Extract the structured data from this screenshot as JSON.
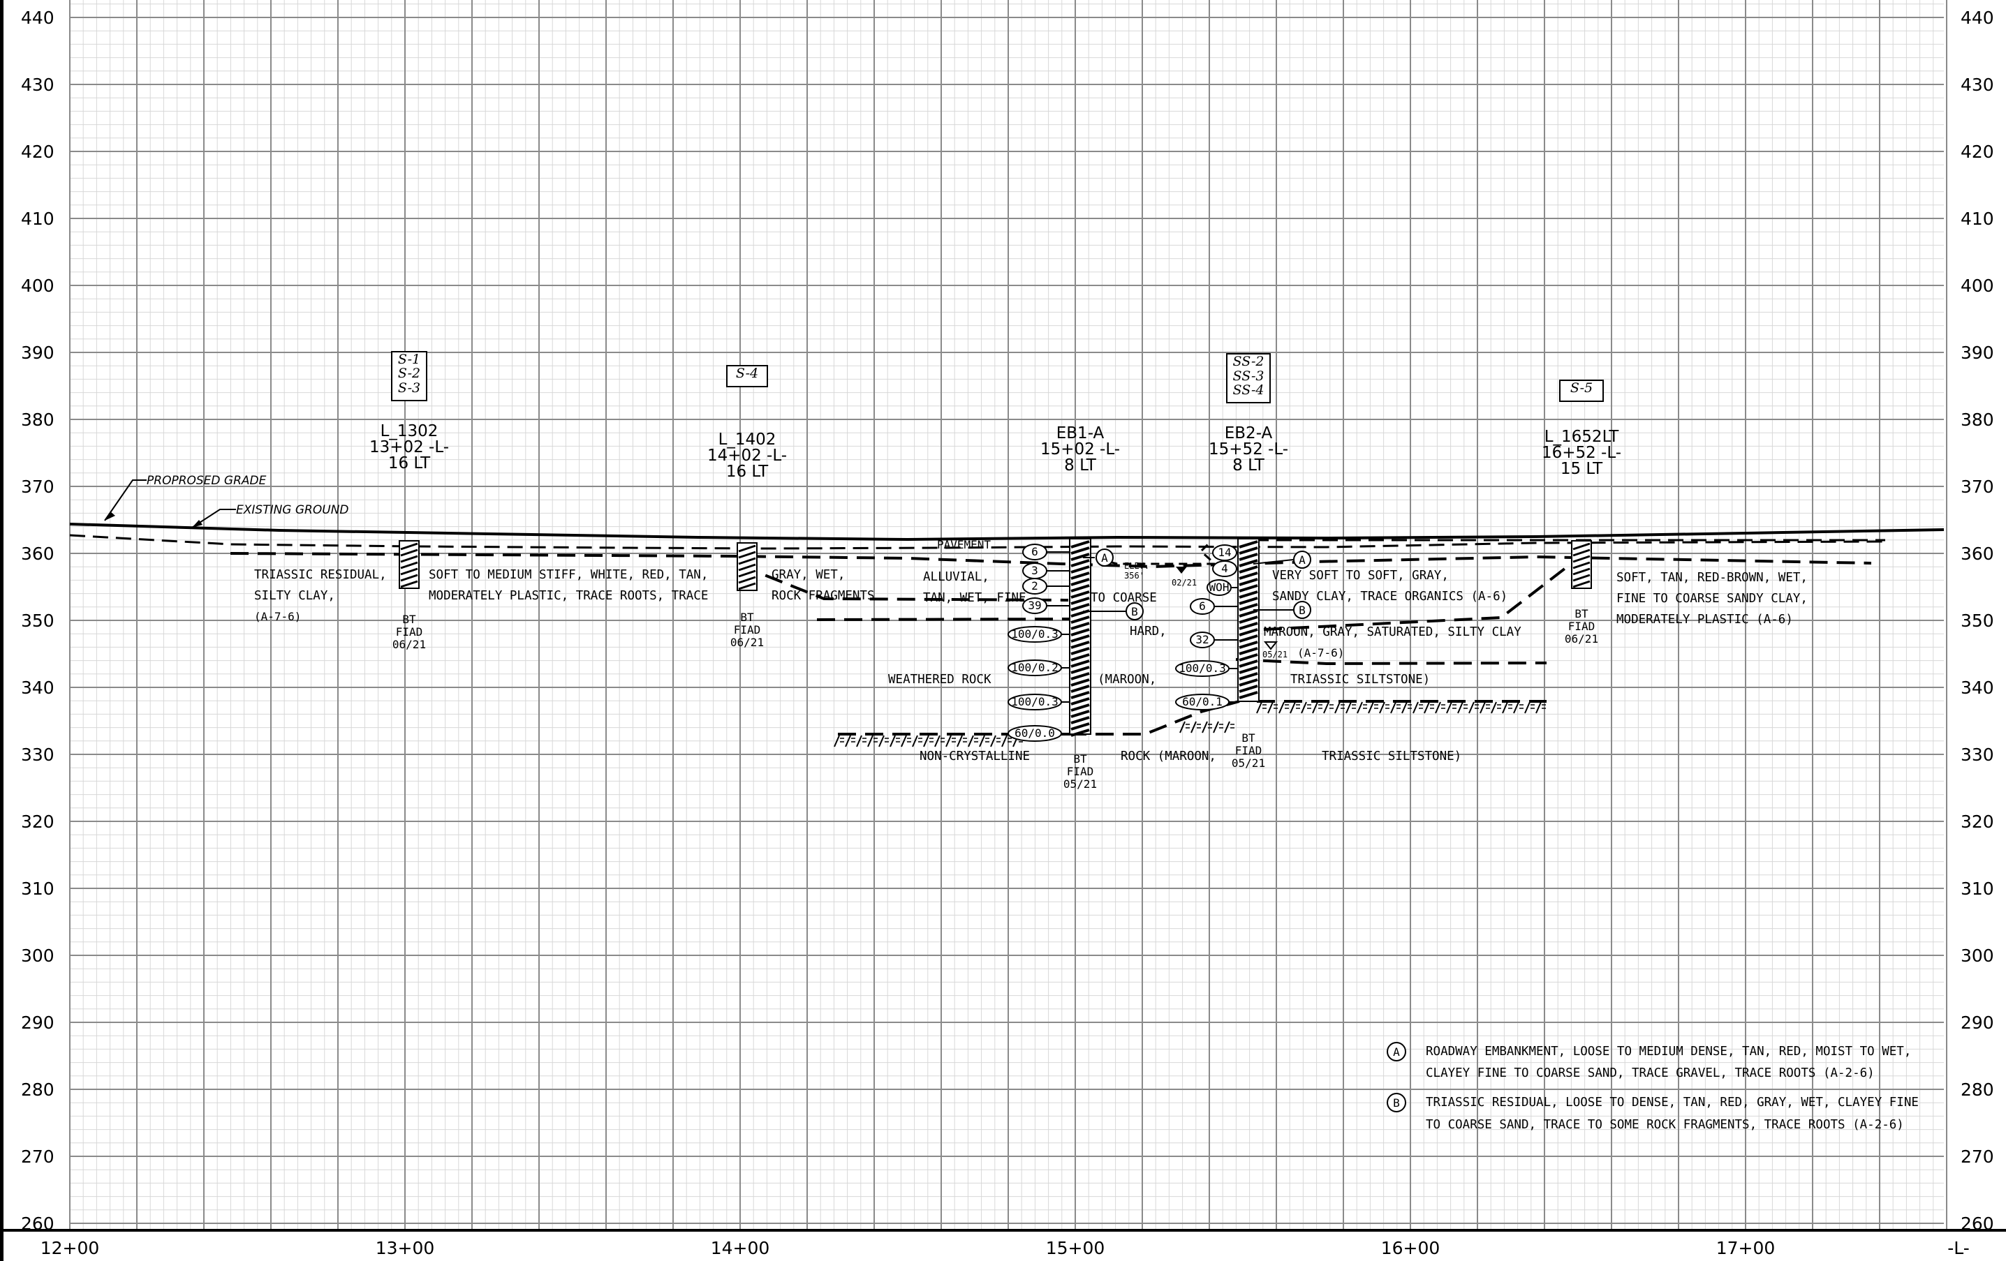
{
  "axes": {
    "elevations_left": [
      "440",
      "430",
      "420",
      "410",
      "400",
      "390",
      "380",
      "370",
      "360",
      "350",
      "340",
      "330",
      "320",
      "310",
      "300",
      "290",
      "280",
      "270",
      "260"
    ],
    "elevations_right": [
      "440",
      "430",
      "420",
      "410",
      "400",
      "390",
      "380",
      "370",
      "360",
      "350",
      "340",
      "330",
      "320",
      "310",
      "300",
      "290",
      "280",
      "270",
      "260"
    ],
    "stations": [
      "12+00",
      "13+00",
      "14+00",
      "15+00",
      "16+00",
      "17+00"
    ],
    "alignment": "-L-"
  },
  "grade_labels": {
    "proposed": "PROPROSED GRADE",
    "existing": "EXISTING GROUND"
  },
  "borings": [
    {
      "id": "L_1302",
      "station": "13+02 -L-",
      "offset": "16 LT",
      "samples": [
        "S-1",
        "S-2",
        "S-3"
      ],
      "bt": "BT",
      "fiad": "FIAD",
      "date": "06/21"
    },
    {
      "id": "L_1402",
      "station": "14+02 -L-",
      "offset": "16 LT",
      "samples": [
        "S-4"
      ],
      "bt": "BT",
      "fiad": "FIAD",
      "date": "06/21"
    },
    {
      "id": "EB1-A",
      "station": "15+02 -L-",
      "offset": "8 LT",
      "samples": [],
      "bt": "BT",
      "fiad": "FIAD",
      "date": "05/21"
    },
    {
      "id": "EB2-A",
      "station": "15+52 -L-",
      "offset": "8 LT",
      "samples": [
        "SS-2",
        "SS-3",
        "SS-4"
      ],
      "bt": "BT",
      "fiad": "FIAD",
      "date": "05/21"
    },
    {
      "id": "L_1652LT",
      "station": "16+52 -L-",
      "offset": "15 LT",
      "samples": [
        "S-5"
      ],
      "bt": "BT",
      "fiad": "FIAD",
      "date": "06/21"
    }
  ],
  "eb1_blows": [
    "6",
    "3",
    "2",
    "39",
    "100/0.3",
    "100/0.2",
    "100/0.3",
    "60/0.0"
  ],
  "eb2_blows": [
    "14",
    "4",
    "WOH",
    "6",
    "32",
    "100/0.3",
    "60/0.1"
  ],
  "strata_text": {
    "left_residual": [
      "TRIASSIC RESIDUAL,",
      "SILTY CLAY,",
      "(A-7-6)"
    ],
    "soft_medium": [
      "SOFT TO MEDIUM STIFF, WHITE, RED, TAN,",
      "MODERATELY PLASTIC, TRACE ROOTS, TRACE"
    ],
    "gray_wet": [
      "GRAY, WET,",
      "ROCK FRAGMENTS"
    ],
    "pavement": "PAVEMENT",
    "alluvial": [
      "ALLUVIAL,",
      "TAN, WET, FINE"
    ],
    "to_coarse": "TO COARSE",
    "elev": "ELEV.",
    "elev_value": "356'",
    "water_date": "02/21",
    "hard": "HARD,",
    "maroon_open": "(MAROON,",
    "weathered_rock": "WEATHERED ROCK",
    "non_crystalline": "NON-CRYSTALLINE",
    "rock_maroon": "ROCK (MAROON,",
    "very_soft": [
      "VERY SOFT TO SOFT, GRAY,",
      "SANDY CLAY, TRACE ORGANICS (A-6)"
    ],
    "maroon_gray": [
      "MAROON, GRAY, SATURATED, SILTY CLAY",
      "(A-7-6)"
    ],
    "wl_date2": "05/21",
    "triassic_siltstone_1": "TRIASSIC SILTSTONE)",
    "triassic_siltstone_2": "TRIASSIC SILTSTONE)",
    "right_soft": [
      "SOFT, TAN, RED-BROWN, WET,",
      "FINE TO COARSE SANDY CLAY,",
      "MODERATELY PLASTIC (A-6)"
    ],
    "marker_a": "A",
    "marker_b": "B"
  },
  "legend": [
    {
      "symbol": "A",
      "lines": [
        "ROADWAY EMBANKMENT, LOOSE TO MEDIUM DENSE, TAN, RED, MOIST TO WET,",
        "CLAYEY FINE TO COARSE SAND, TRACE GRAVEL, TRACE ROOTS (A-2-6)"
      ]
    },
    {
      "symbol": "B",
      "lines": [
        "TRIASSIC RESIDUAL, LOOSE TO DENSE, TAN, RED, GRAY, WET, CLAYEY FINE",
        "TO COARSE SAND, TRACE TO SOME ROCK FRAGMENTS, TRACE ROOTS (A-2-6)"
      ]
    }
  ]
}
